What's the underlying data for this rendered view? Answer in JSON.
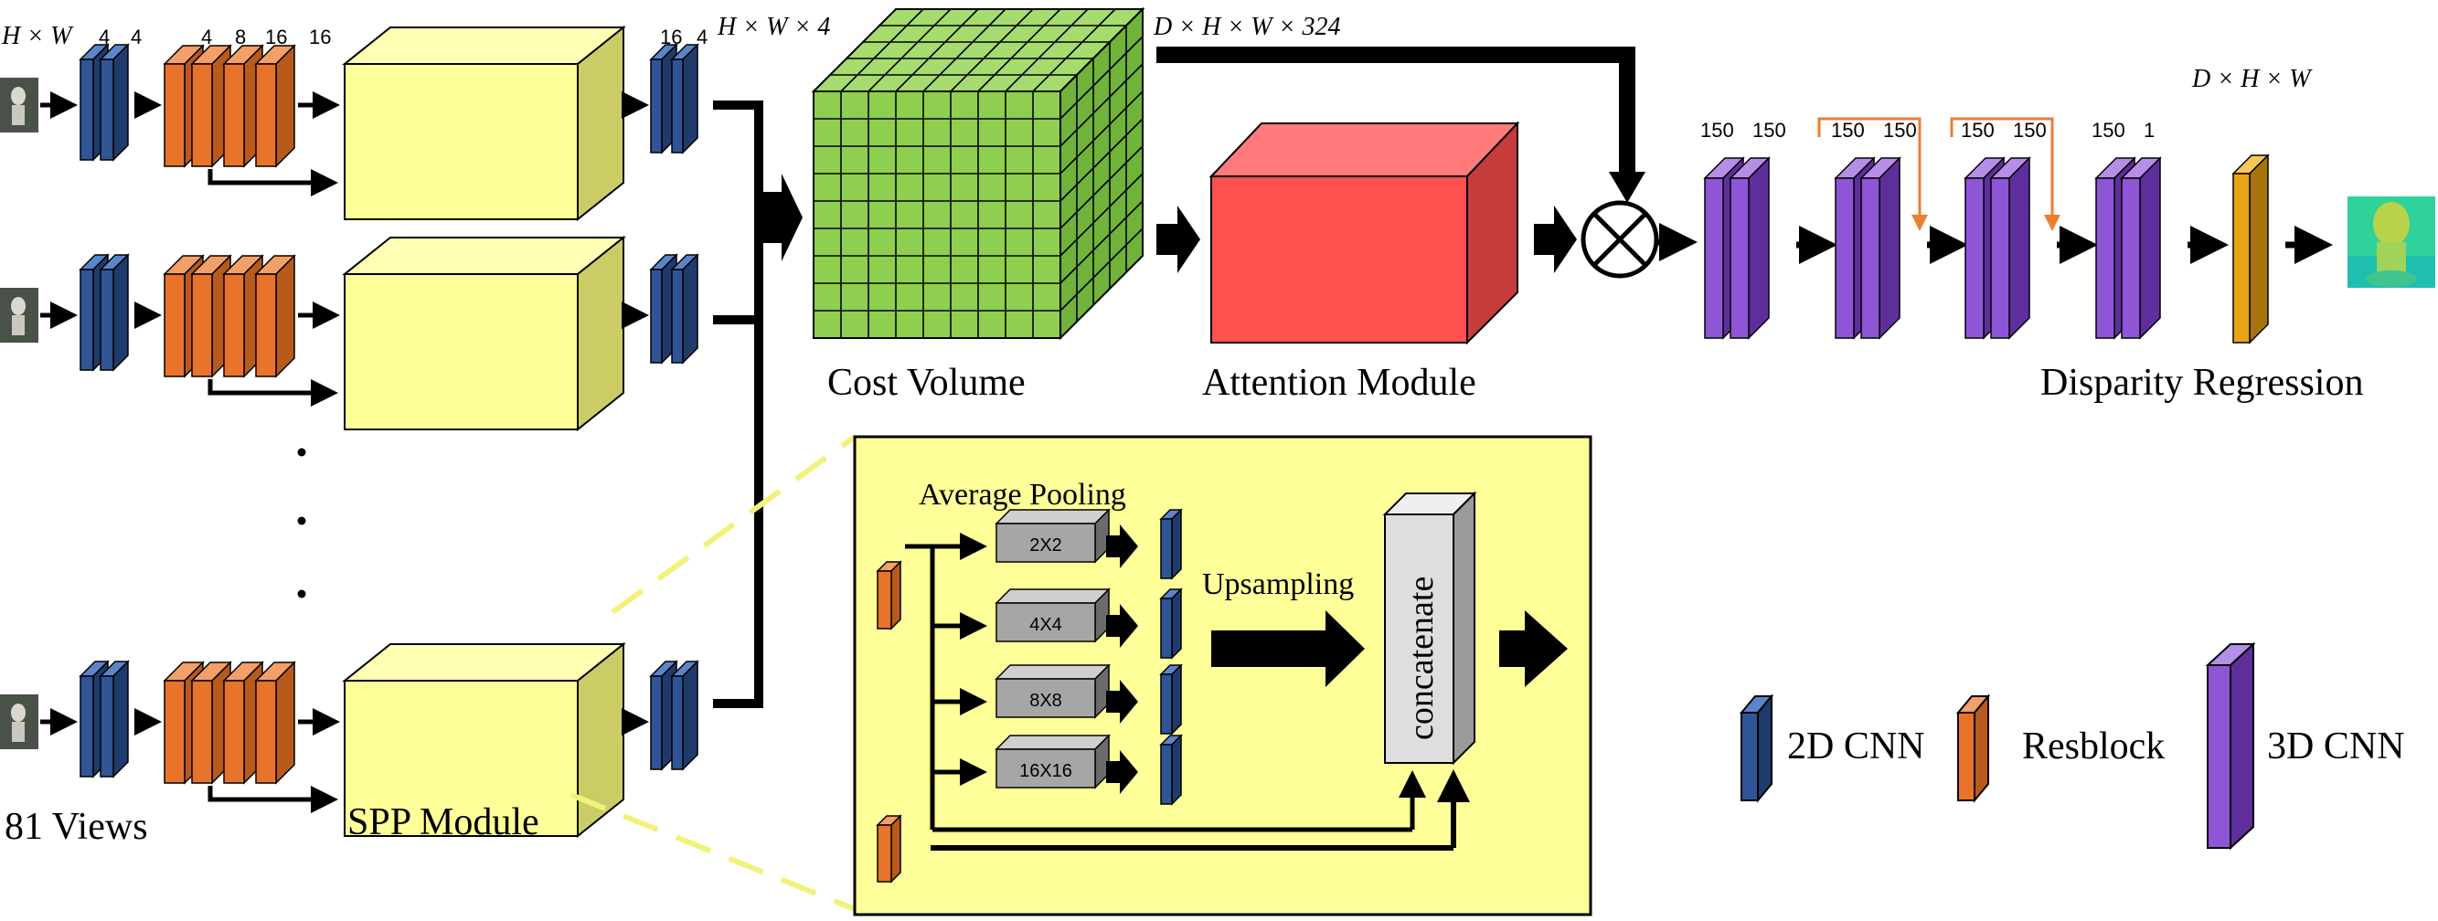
{
  "colors": {
    "cnn2d": "#2f5597",
    "resblock": "#e8732a",
    "cnn3d": "#8e55d6",
    "regression": "#e8a417",
    "spp_box": "#ffff99",
    "cost_volume": "#8fcf4f",
    "attention": "#ff5050",
    "pool_block": "#a6a6a6",
    "skip_arrow": "#ed7d31"
  },
  "input": {
    "dims_label": "H × W",
    "views_label": "81 Views",
    "channels_2d": [
      "4",
      "4"
    ],
    "channels_res": [
      "4",
      "8",
      "16",
      "16"
    ],
    "channels_out": [
      "16",
      "4"
    ],
    "view_icon": "buddha-statue-thumbnail-icon"
  },
  "spp": {
    "label": "SPP Module",
    "avg_pooling_label": "Average Pooling",
    "pool_sizes": [
      "2X2",
      "4X4",
      "8X8",
      "16X16"
    ],
    "upsampling_label": "Upsampling",
    "concat_label": "concatenate"
  },
  "cost_volume": {
    "label": "Cost Volume",
    "dims_label": "H × W × 4"
  },
  "attention": {
    "label": "Attention Module",
    "dims_label": "D × H × W × 324",
    "multiply_icon": "multiply-circle-icon"
  },
  "regression": {
    "label": "Disparity Regression",
    "dims_label": "D × H × W",
    "channels": [
      [
        "150",
        "150"
      ],
      [
        "150",
        "150"
      ],
      [
        "150",
        "150"
      ],
      [
        "150",
        "1"
      ]
    ],
    "output_icon": "disparity-map-thumbnail-icon"
  },
  "legend": {
    "cnn2d": "2D CNN",
    "resblock": "Resblock",
    "cnn3d": "3D CNN"
  }
}
